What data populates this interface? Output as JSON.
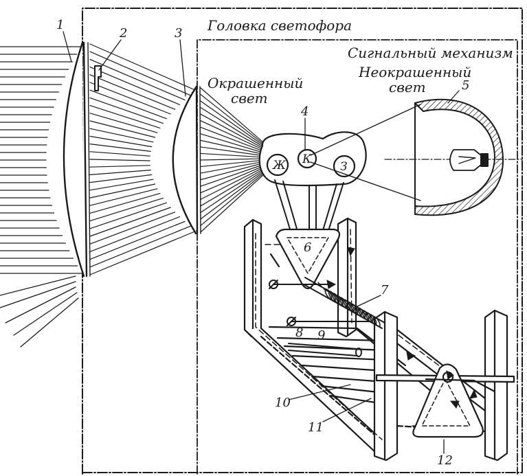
{
  "captions": {
    "head": "Головка светофора",
    "mechanism": "Сигнальный механизм",
    "colored_1": "Окрашенный",
    "colored_2": "свет",
    "uncolored_1": "Неокрашенный",
    "uncolored_2": "свет"
  },
  "callouts": {
    "c1": "1",
    "c2": "2",
    "c3": "3",
    "c4": "4",
    "c5": "5",
    "c6": "6",
    "c7": "7",
    "c8": "8",
    "c9": "9",
    "c10": "10",
    "c11": "11",
    "c12": "12"
  },
  "lamps": {
    "yellow": "Ж",
    "red": "К",
    "green": "З"
  }
}
